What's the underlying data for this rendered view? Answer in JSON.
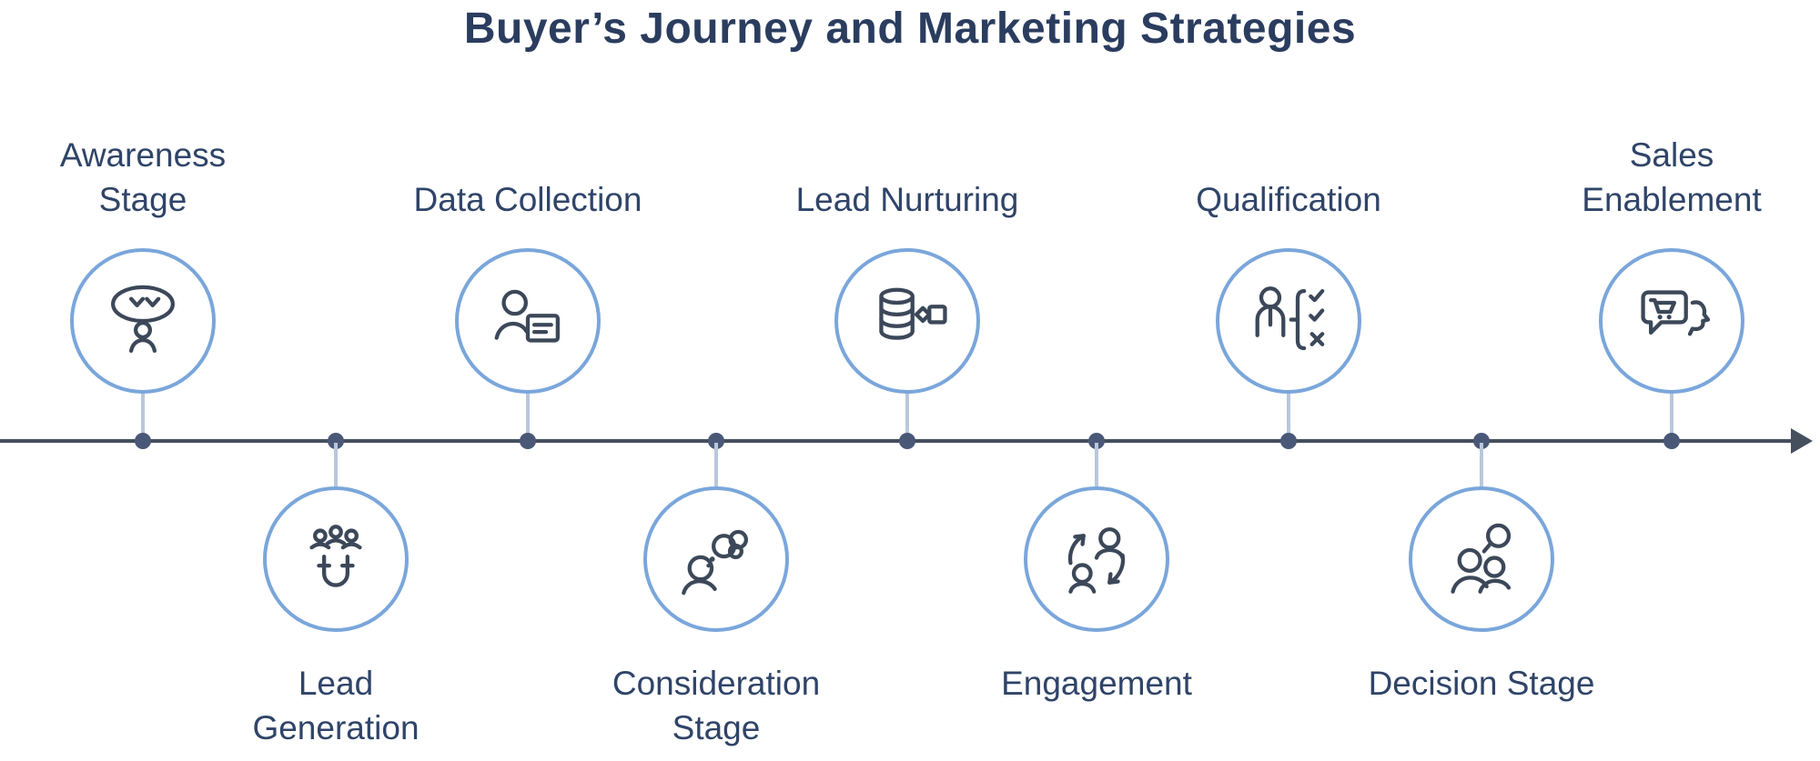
{
  "title": "Buyer’s Journey and Marketing Strategies",
  "colors": {
    "background": "#ffffff",
    "title_text": "#2b3d5f",
    "label_text": "#2f4468",
    "circle_stroke": "#7aa6db",
    "icon_stroke": "#3c4859",
    "timeline_line": "#454f5e",
    "timeline_dot": "#4a5878",
    "connector_stem": "#b9c8da"
  },
  "timeline": {
    "direction": "left-to-right-arrow",
    "milestones": [
      {
        "label": "Awareness Stage",
        "side": "above",
        "icon": "announcement-person-icon"
      },
      {
        "label": "Lead Generation",
        "side": "below",
        "icon": "magnet-leads-icon"
      },
      {
        "label": "Data Collection",
        "side": "above",
        "icon": "person-document-icon"
      },
      {
        "label": "Consideration Stage",
        "side": "below",
        "icon": "person-thinking-icon"
      },
      {
        "label": "Lead Nurturing",
        "side": "above",
        "icon": "database-link-icon"
      },
      {
        "label": "Engagement",
        "side": "below",
        "icon": "people-exchange-icon"
      },
      {
        "label": "Qualification",
        "side": "above",
        "icon": "person-checklist-icon"
      },
      {
        "label": "Decision Stage",
        "side": "below",
        "icon": "people-search-icon"
      },
      {
        "label": "Sales Enablement",
        "side": "above",
        "icon": "chat-cart-profile-icon"
      }
    ]
  }
}
